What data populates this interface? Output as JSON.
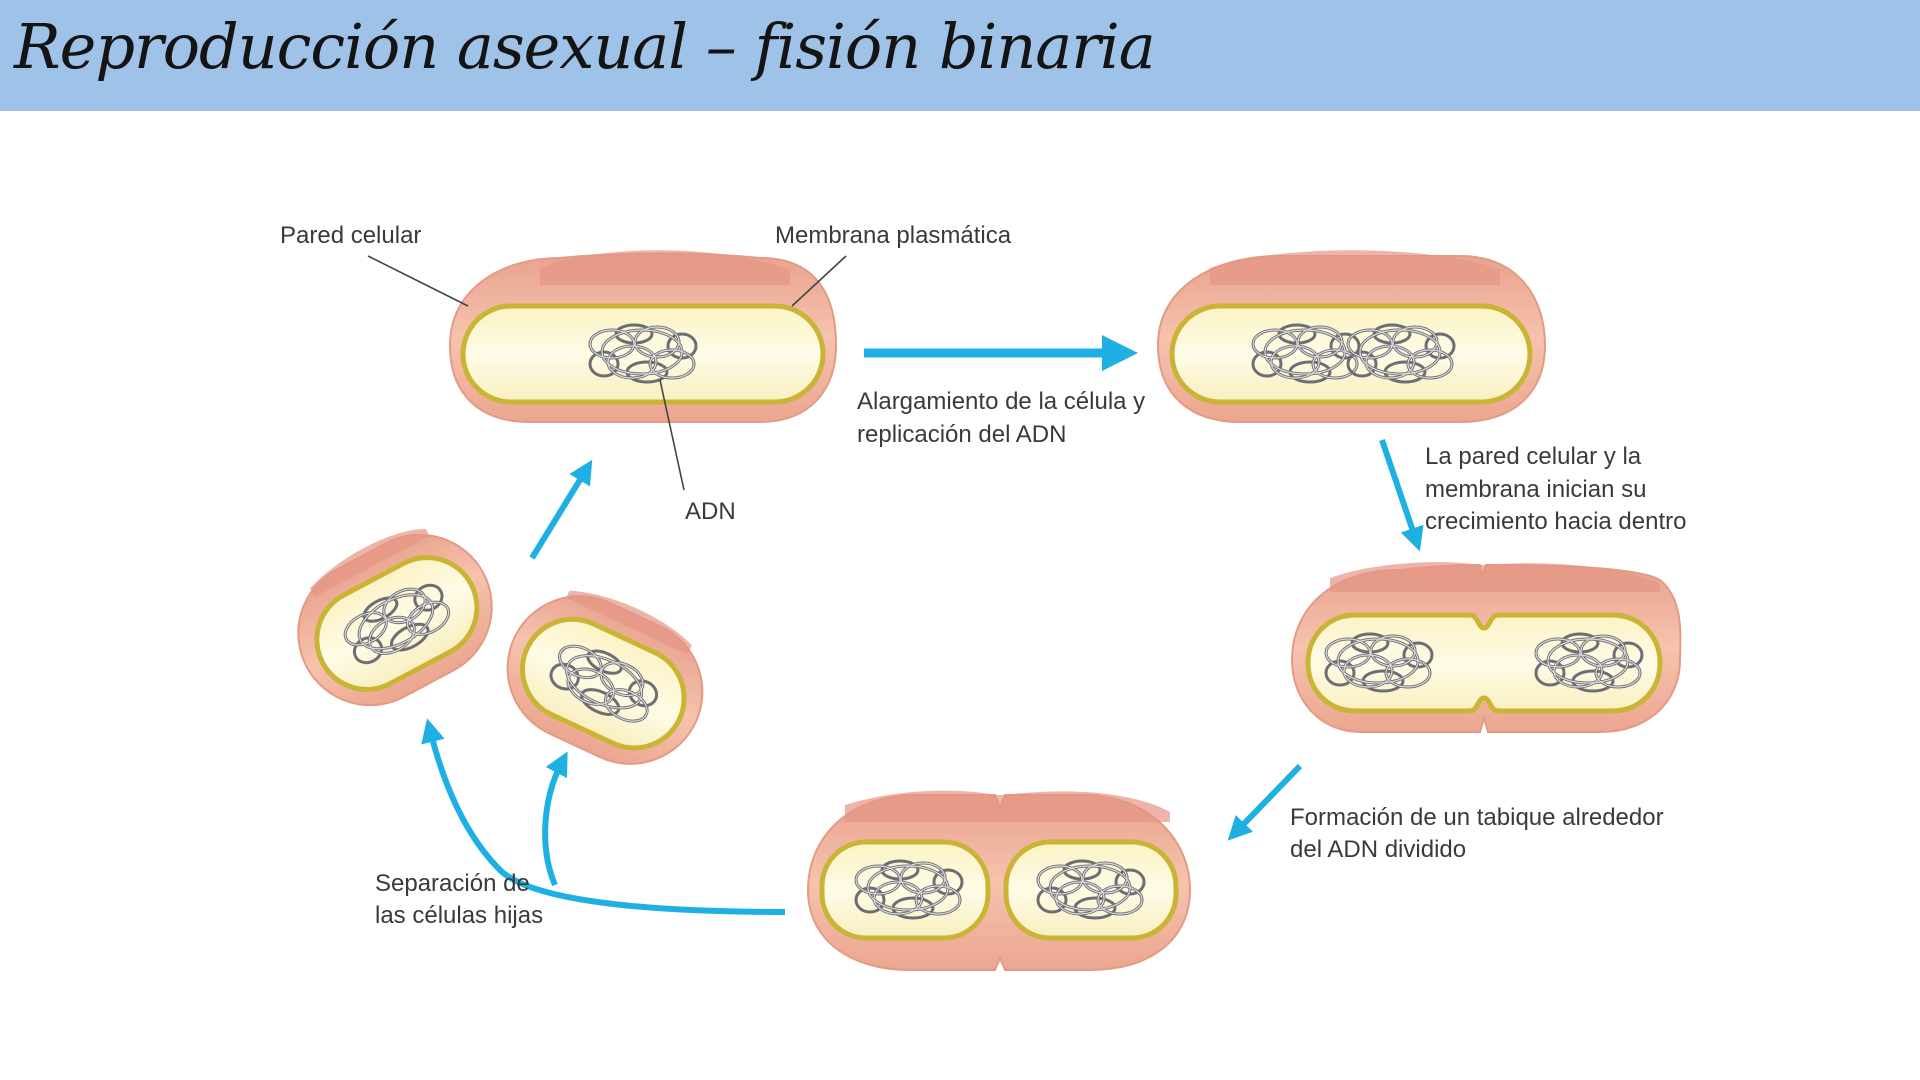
{
  "header": {
    "title": "Reproducción asexual – fisión binaria"
  },
  "diagram": {
    "labels": {
      "pared_celular": "Pared celular",
      "membrana_plasmatica": "Membrana plasmática",
      "adn": "ADN",
      "alargamiento_1": "Alargamiento de la célula y",
      "alargamiento_2": "replicación del ADN",
      "pared_crec_1": "La pared celular y la",
      "pared_crec_2": "membrana inician su",
      "pared_crec_3": "crecimiento hacia dentro",
      "tabique_1": "Formación de un tabique alrededor",
      "tabique_2": "del ADN dividido",
      "separacion_1": "Separación de",
      "separacion_2": "las células hijas"
    },
    "colors": {
      "header_bg": "#9fc3e8",
      "cell_wall": "#f4b8a2",
      "cell_wall_top": "#e59684",
      "membrane": "#c9b436",
      "cytoplasm": "#fdf8d8",
      "dna": "#6d6d72",
      "arrow": "#1fb0e3"
    }
  }
}
